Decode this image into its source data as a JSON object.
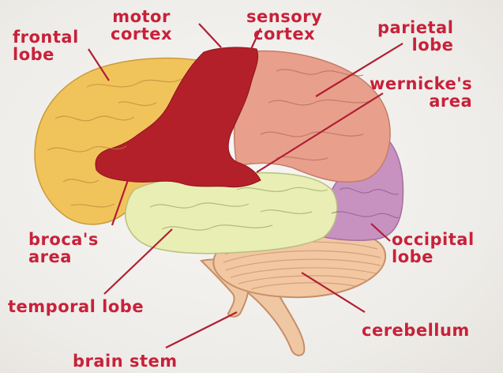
{
  "labels": {
    "frontal_lobe": [
      "frontal",
      "lobe"
    ],
    "motor_cortex": [
      "motor",
      "cortex"
    ],
    "sensory_cortex": [
      "sensory",
      "cortex"
    ],
    "parietal_lobe": [
      "parietal",
      "lobe"
    ],
    "wernickes_area": [
      "wernicke's",
      "area"
    ],
    "brocas_area": [
      "broca's",
      "area"
    ],
    "occipital_lobe": [
      "occipital",
      "lobe"
    ],
    "temporal_lobe": "temporal lobe",
    "cerebellum": "cerebellum",
    "brain_stem": "brain stem"
  },
  "colors": {
    "label_text": "#c8213a",
    "leader_line": "#b01e33",
    "frontal_lobe": "#f1c45b",
    "motor_sensory_strip": "#b3202a",
    "parietal_lobe": "#e8a08c",
    "occipital_lobe": "#c792c0",
    "temporal_lobe": "#e9efb4",
    "cerebellum": "#f2c7a2",
    "brain_stem": "#f0c7a3"
  }
}
